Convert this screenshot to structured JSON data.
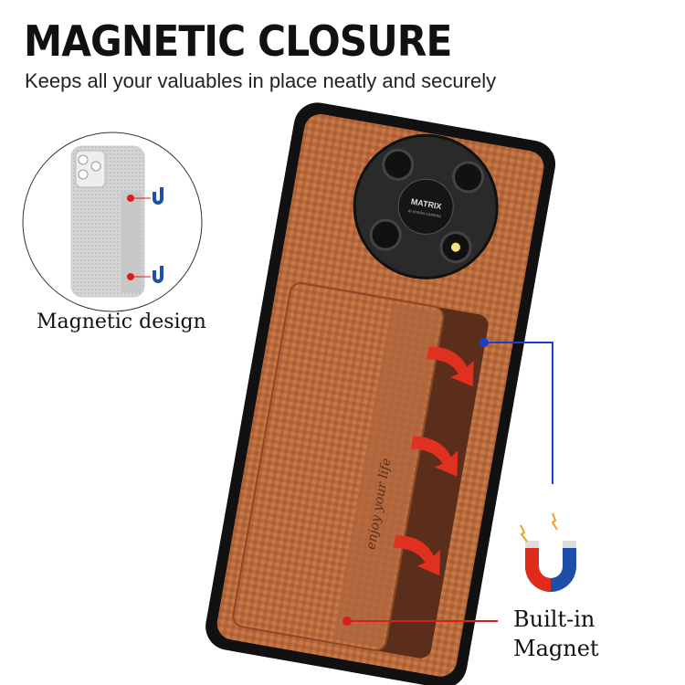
{
  "headline": "MAGNETIC CLOSURE",
  "subheadline": "Keeps all your valuables in place neatly and securely",
  "inset": {
    "caption": "Magnetic design"
  },
  "callout": {
    "line1": "Built-in",
    "line2": "Magnet"
  },
  "camera_module": {
    "brand": "MATRIX",
    "subtext": "AI VISION CAMERA"
  },
  "card_slot": {
    "embossed_text": "enjoy your life"
  },
  "colors": {
    "case_brown": "#b86a3c",
    "case_border": "#111111",
    "pointer_blue": "#1a3fd0",
    "pointer_red": "#d42020",
    "magnet_red": "#e02a1a",
    "magnet_blue": "#1e4fa8"
  }
}
